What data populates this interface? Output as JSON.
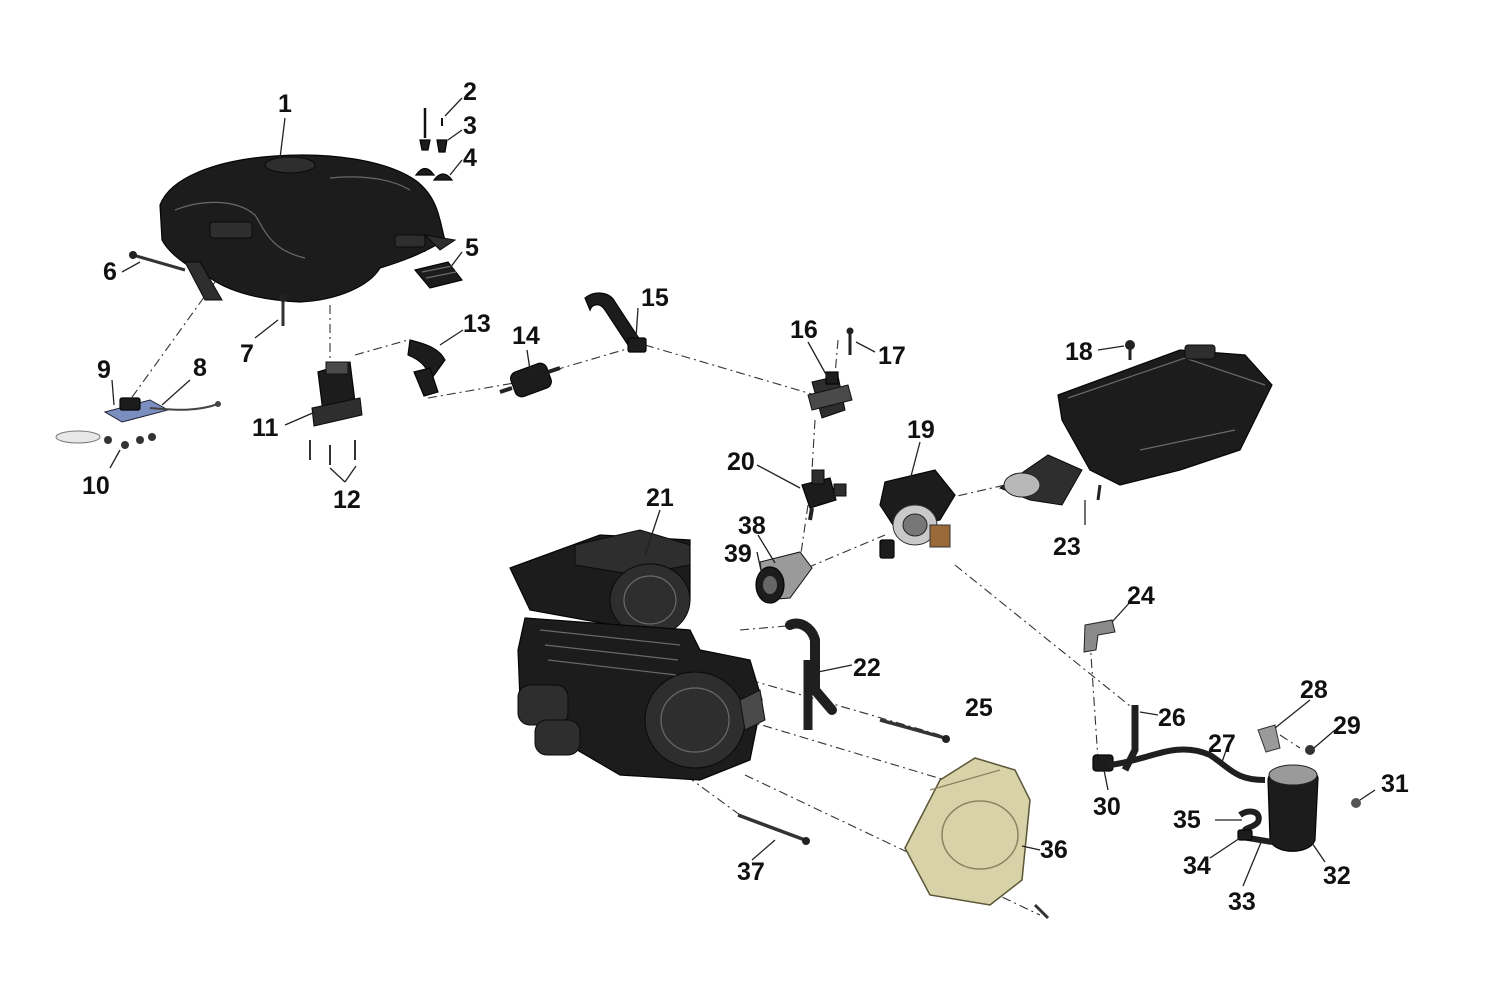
{
  "callouts": [
    {
      "id": "c1",
      "text": "1"
    },
    {
      "id": "c2",
      "text": "2"
    },
    {
      "id": "c3",
      "text": "3"
    },
    {
      "id": "c4",
      "text": "4"
    },
    {
      "id": "c5",
      "text": "5"
    },
    {
      "id": "c6",
      "text": "6"
    },
    {
      "id": "c7",
      "text": "7"
    },
    {
      "id": "c8",
      "text": "8"
    },
    {
      "id": "c9",
      "text": "9"
    },
    {
      "id": "c10",
      "text": "10"
    },
    {
      "id": "c11",
      "text": "11"
    },
    {
      "id": "c12",
      "text": "12"
    },
    {
      "id": "c13",
      "text": "13"
    },
    {
      "id": "c14",
      "text": "14"
    },
    {
      "id": "c15",
      "text": "15"
    },
    {
      "id": "c16",
      "text": "16"
    },
    {
      "id": "c17",
      "text": "17"
    },
    {
      "id": "c18",
      "text": "18"
    },
    {
      "id": "c19",
      "text": "19"
    },
    {
      "id": "c20",
      "text": "20"
    },
    {
      "id": "c21",
      "text": "21"
    },
    {
      "id": "c22",
      "text": "22"
    },
    {
      "id": "c23",
      "text": "23"
    },
    {
      "id": "c24",
      "text": "24"
    },
    {
      "id": "c25",
      "text": "25"
    },
    {
      "id": "c26",
      "text": "26"
    },
    {
      "id": "c27",
      "text": "27"
    },
    {
      "id": "c28",
      "text": "28"
    },
    {
      "id": "c29",
      "text": "29"
    },
    {
      "id": "c30",
      "text": "30"
    },
    {
      "id": "c31",
      "text": "31"
    },
    {
      "id": "c32",
      "text": "32"
    },
    {
      "id": "c33",
      "text": "33"
    },
    {
      "id": "c34",
      "text": "34"
    },
    {
      "id": "c35",
      "text": "35"
    },
    {
      "id": "c36",
      "text": "36"
    },
    {
      "id": "c37",
      "text": "37"
    },
    {
      "id": "c38",
      "text": "38"
    },
    {
      "id": "c39",
      "text": "39"
    }
  ],
  "colors": {
    "background": "#ffffff",
    "part": "#1c1c1c",
    "cover_36": "#d8d2a8",
    "label": "#111111"
  }
}
